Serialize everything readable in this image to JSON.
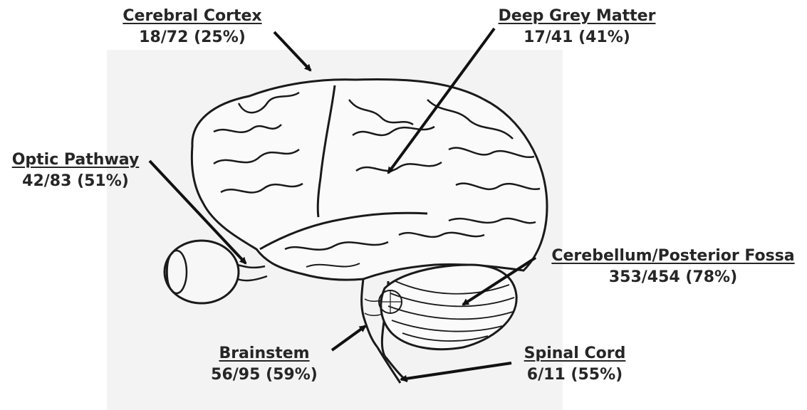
{
  "regions": [
    {
      "id": "cerebral-cortex",
      "name": "Cerebral Cortex",
      "stat": "18/72 (25%)"
    },
    {
      "id": "deep-grey-matter",
      "name": "Deep Grey Matter",
      "stat": "17/41 (41%)"
    },
    {
      "id": "optic-pathway",
      "name": "Optic Pathway",
      "stat": "42/83 (51%)"
    },
    {
      "id": "cerebellum",
      "name": "Cerebellum/Posterior Fossa",
      "stat": "353/454 (78%)"
    },
    {
      "id": "brainstem",
      "name": "Brainstem",
      "stat": "56/95 (59%)"
    },
    {
      "id": "spinal-cord",
      "name": "Spinal Cord",
      "stat": "6/11 (55%)"
    }
  ],
  "colors": {
    "text": "#262626",
    "background": "#ffffff",
    "drawing_bg": "#f3f3f3",
    "ink": "#1a1a1a"
  }
}
